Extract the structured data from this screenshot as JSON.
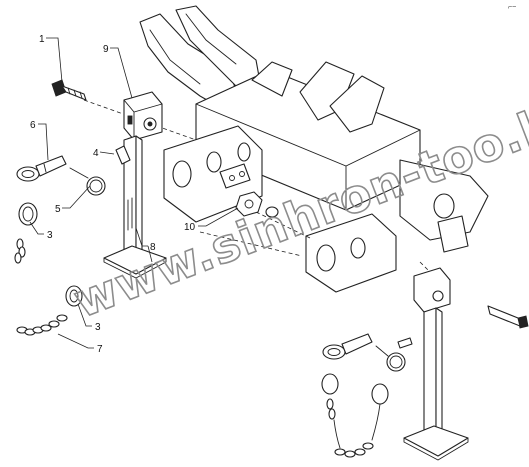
{
  "callouts": [
    {
      "id": "1",
      "label": "1"
    },
    {
      "id": "2",
      "label": "4"
    },
    {
      "id": "3",
      "label": "5"
    },
    {
      "id": "4",
      "label": "6"
    },
    {
      "id": "5",
      "label": "3"
    },
    {
      "id": "6",
      "label": "3"
    },
    {
      "id": "7",
      "label": "7"
    },
    {
      "id": "8",
      "label": "8"
    },
    {
      "id": "9",
      "label": "9"
    },
    {
      "id": "10",
      "label": "10"
    }
  ],
  "watermark": "www.sinhron-too.kz",
  "corner_mark": "⌐~"
}
